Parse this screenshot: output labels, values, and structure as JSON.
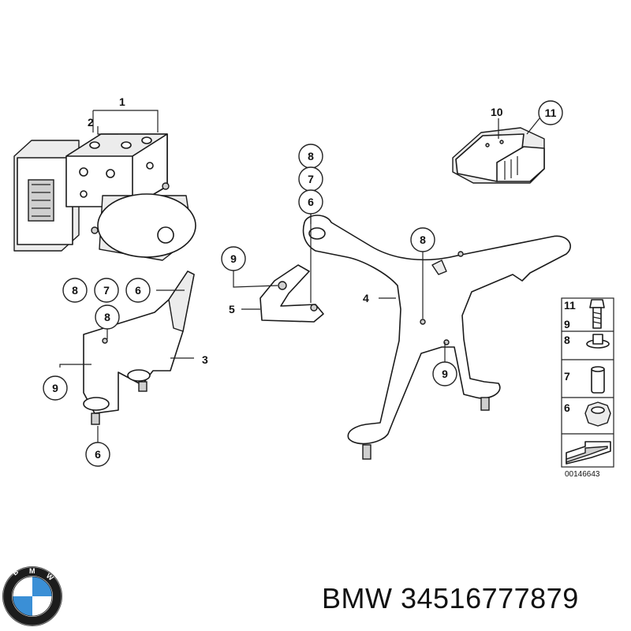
{
  "diagram": {
    "labels": {
      "l1": "1",
      "l2": "2",
      "l3": "3",
      "l4": "4",
      "l5": "5",
      "c8a": "8",
      "c7a": "7",
      "c6a": "6",
      "c8b": "8",
      "c9a": "9",
      "c6b": "6",
      "c9b": "9",
      "c8c": "8",
      "c7c": "7",
      "c6c": "6",
      "c8d": "8",
      "c9c": "9",
      "l10": "10",
      "c11": "11"
    },
    "legend": {
      "items": [
        "11",
        "9",
        "8",
        "7",
        "6"
      ],
      "code": "00146643"
    }
  },
  "caption": {
    "text": "BMW 34516777879"
  },
  "colors": {
    "line": "#1a1a1a",
    "logo_blue": "#3a8fd6",
    "logo_ring": "#1c1c1c"
  }
}
